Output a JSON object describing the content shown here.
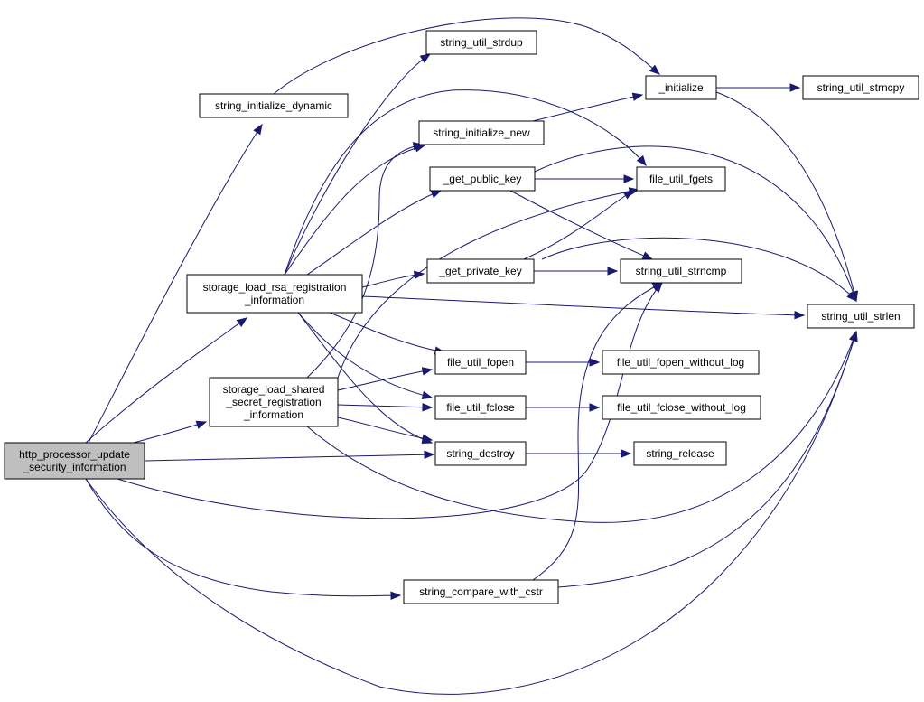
{
  "graph": {
    "edge_color": "#191970",
    "root_fill": "#bfbfbf",
    "nodes": [
      {
        "id": "http_processor",
        "lines": [
          "http_processor_update",
          "_security_information"
        ]
      },
      {
        "id": "string_initialize_dynamic",
        "lines": [
          "string_initialize_dynamic"
        ]
      },
      {
        "id": "storage_load_rsa",
        "lines": [
          "storage_load_rsa_registration",
          "_information"
        ]
      },
      {
        "id": "storage_load_shared",
        "lines": [
          "storage_load_shared",
          "_secret_registration",
          "_information"
        ]
      },
      {
        "id": "string_util_strdup",
        "lines": [
          "string_util_strdup"
        ]
      },
      {
        "id": "string_initialize_new",
        "lines": [
          "string_initialize_new"
        ]
      },
      {
        "id": "get_public_key",
        "lines": [
          "_get_public_key"
        ]
      },
      {
        "id": "get_private_key",
        "lines": [
          "_get_private_key"
        ]
      },
      {
        "id": "file_util_fopen",
        "lines": [
          "file_util_fopen"
        ]
      },
      {
        "id": "file_util_fclose",
        "lines": [
          "file_util_fclose"
        ]
      },
      {
        "id": "string_destroy",
        "lines": [
          "string_destroy"
        ]
      },
      {
        "id": "string_compare_with_cstr",
        "lines": [
          "string_compare_with_cstr"
        ]
      },
      {
        "id": "initialize",
        "lines": [
          "_initialize"
        ]
      },
      {
        "id": "file_util_fgets",
        "lines": [
          "file_util_fgets"
        ]
      },
      {
        "id": "string_util_strncmp",
        "lines": [
          "string_util_strncmp"
        ]
      },
      {
        "id": "file_util_fopen_without_log",
        "lines": [
          "file_util_fopen_without_log"
        ]
      },
      {
        "id": "file_util_fclose_without_log",
        "lines": [
          "file_util_fclose_without_log"
        ]
      },
      {
        "id": "string_release",
        "lines": [
          "string_release"
        ]
      },
      {
        "id": "string_util_strncpy",
        "lines": [
          "string_util_strncpy"
        ]
      },
      {
        "id": "string_util_strlen",
        "lines": [
          "string_util_strlen"
        ]
      }
    ]
  }
}
